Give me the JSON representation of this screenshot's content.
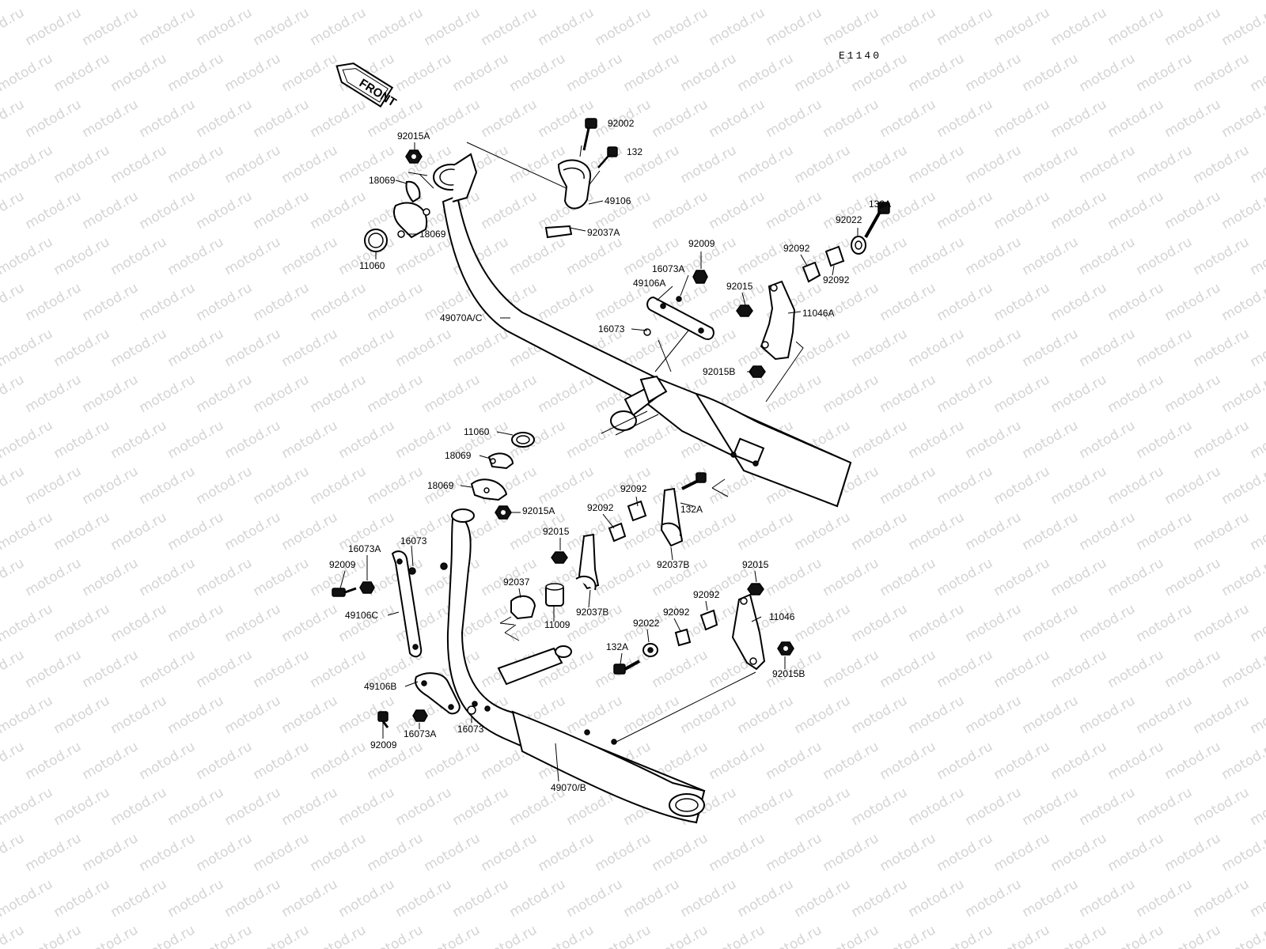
{
  "diagram_code": "E1140",
  "front_arrow_label": "FRONT",
  "watermark": "motod.ru",
  "parts": {
    "p92002": "92002",
    "p132_top": "132",
    "p49106": "49106",
    "p92037A": "92037A",
    "p92015A_top": "92015A",
    "p18069_top1": "18069",
    "p18069_top2": "18069",
    "p11060_top": "11060",
    "p132A_top": "132A",
    "p92022_top": "92022",
    "p92092_top1": "92092",
    "p92092_top2": "92092",
    "p92009_top": "92009",
    "p16073A_top": "16073A",
    "p49106A": "49106A",
    "p92015_top": "92015",
    "p11046A": "11046A",
    "p49070AC": "49070A/C",
    "p16073_top": "16073",
    "p92015B_top": "92015B",
    "p11060_mid": "11060",
    "p18069_mid1": "18069",
    "p18069_mid2": "18069",
    "p92015A_mid": "92015A",
    "p92092_mid1": "92092",
    "p92092_mid2": "92092",
    "p132A_mid": "132A",
    "p92015_mid": "92015",
    "p92037B_right": "92037B",
    "p16073A_left": "16073A",
    "p16073_left": "16073",
    "p92009_left": "92009",
    "p92037": "92037",
    "p49106C": "49106C",
    "p11009": "11009",
    "p92037B_mid": "92037B",
    "p92015_right": "92015",
    "p92092_low1": "92092",
    "p92092_low2": "92092",
    "p11046": "11046",
    "p92022_low": "92022",
    "p132A_low": "132A",
    "p92015B_low": "92015B",
    "p49106B": "49106B",
    "p92009_bottom": "92009",
    "p16073A_bottom": "16073A",
    "p16073_bottom": "16073",
    "p49070B": "49070/B"
  }
}
